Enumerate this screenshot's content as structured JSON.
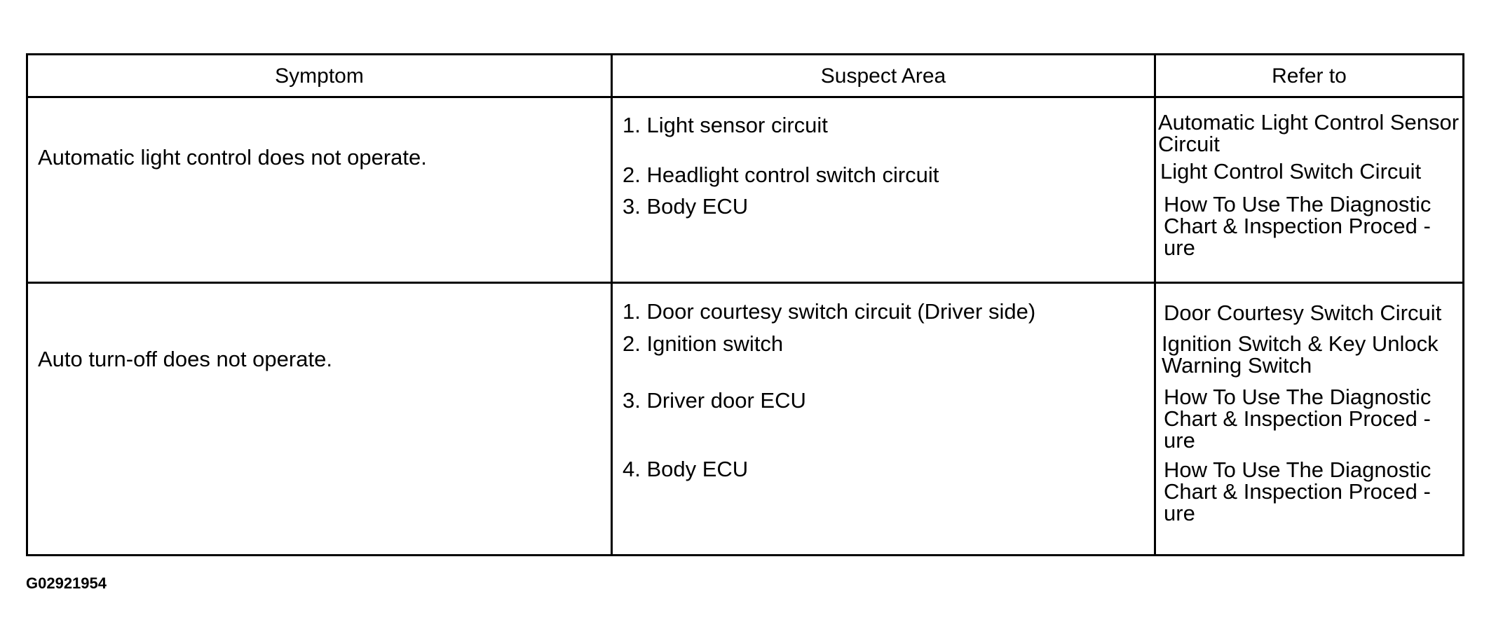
{
  "table": {
    "headers": {
      "symptom": "Symptom",
      "suspect_area": "Suspect Area",
      "refer_to": "Refer to"
    },
    "rows": [
      {
        "symptom": "Automatic light control does not operate.",
        "suspect_areas": [
          "1. Light sensor circuit",
          "2. Headlight control switch circuit",
          "3. Body ECU"
        ],
        "refer_to": [
          "Automatic Light Control Sensor\nCircuit",
          "Light Control Switch Circuit",
          "How To Use The Diagnostic\nChart & Inspection Proced -\nure"
        ]
      },
      {
        "symptom": "Auto  turn-off does not operate.",
        "suspect_areas": [
          "1. Door courtesy switch circuit (Driver side)",
          "2. Ignition switch",
          "3. Driver door ECU",
          "4. Body ECU"
        ],
        "refer_to": [
          "Door Courtesy Switch Circuit",
          "Ignition Switch & Key Unlock\nWarning Switch",
          "How To Use The Diagnostic\nChart & Inspection Proced -\nure",
          "How To Use The Diagnostic\nChart & Inspection Proced -\nure"
        ]
      }
    ]
  },
  "figure_code": "G02921954"
}
